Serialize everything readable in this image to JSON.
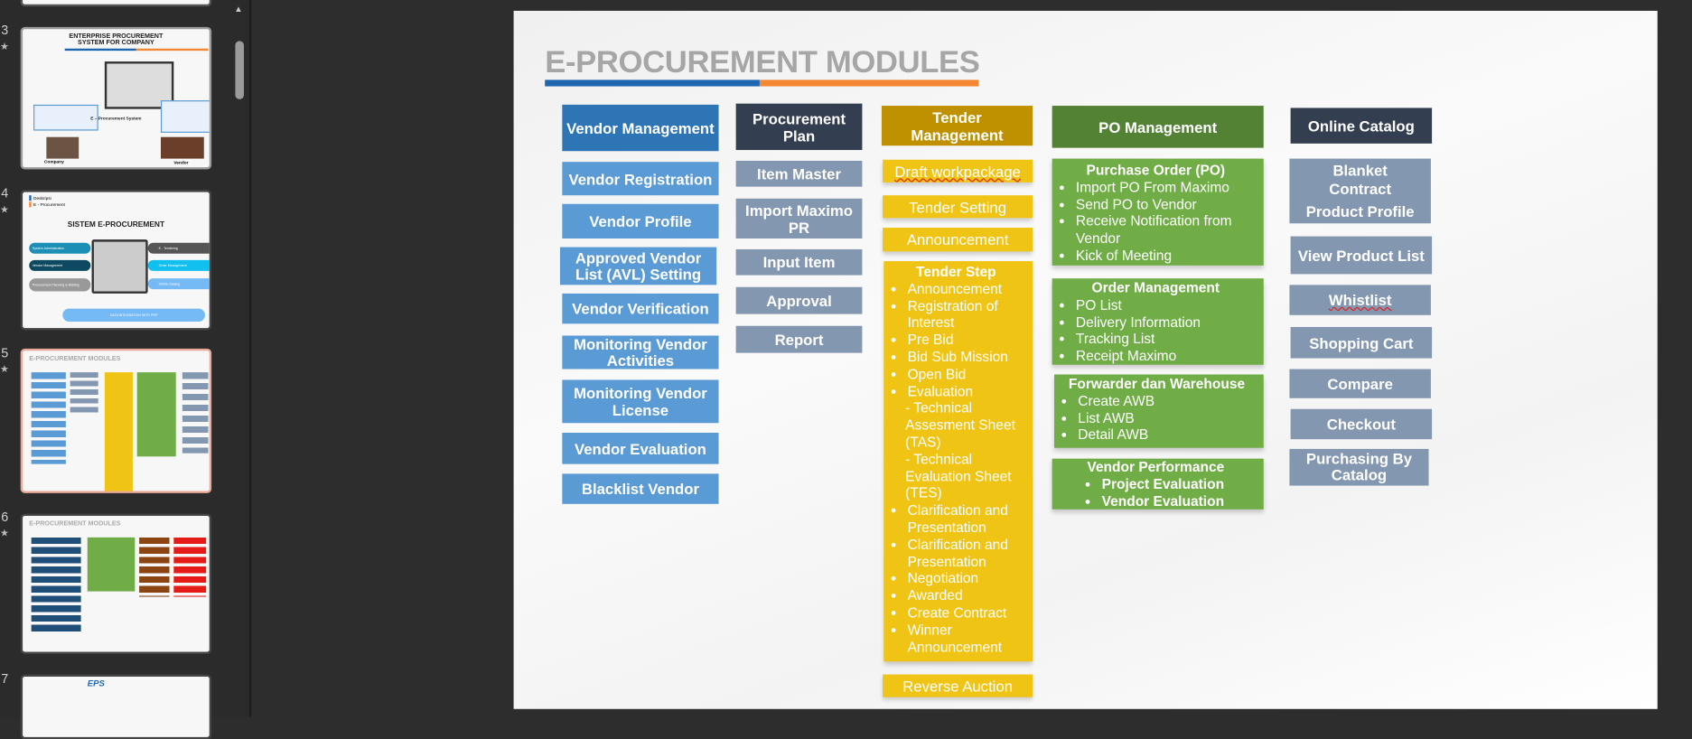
{
  "sidebar": {
    "slides": [
      {
        "number": "3",
        "title": "ENTERPRISE PROCUREMENT SYSTEM FOR COMPANY",
        "labels": [
          "E – Procurement System",
          "Company",
          "Vendor"
        ]
      },
      {
        "number": "4",
        "title": "SISTEM E-PROCUREMENT",
        "labels": [
          "Deskripsi",
          "E - Procurement",
          "System Administration",
          "Vendor Management",
          "Procurement Planning & Bidding",
          "E - Tendering",
          "Order Management",
          "Online Catalog",
          "DATA INTEGRATION WITH PRP"
        ]
      },
      {
        "number": "5",
        "title": "E-PROCUREMENT MODULES"
      },
      {
        "number": "6",
        "title": "E-PROCUREMENT MODULES"
      },
      {
        "number": "7",
        "title": "EPS"
      }
    ],
    "star": "★"
  },
  "slide": {
    "title": "E-PROCUREMENT MODULES",
    "colors": {
      "blue": "#1f66b0",
      "orange": "#f58634"
    },
    "vendor": {
      "header": "Vendor Management",
      "items": [
        "Vendor Registration",
        "Vendor Profile",
        "Approved Vendor List (AVL) Setting",
        "Vendor Verification",
        "Monitoring Vendor Activities",
        "Monitoring Vendor License",
        "Vendor Evaluation",
        "Blacklist Vendor"
      ]
    },
    "plan": {
      "header": "Procurement Plan",
      "items": [
        "Item Master",
        "Import Maximo PR",
        "Input Item",
        "Approval",
        "Report"
      ]
    },
    "tender": {
      "header": "Tender Management",
      "items": [
        "Draft workpackage",
        "Tender Setting",
        "Announcement"
      ],
      "step": {
        "title": "Tender Step",
        "a": [
          "Announcement",
          "Registration of Interest",
          "Pre Bid",
          "Bid Sub Mission",
          "Open Bid",
          "Evaluation"
        ],
        "sub": [
          "- Technical Assesment Sheet (TAS)",
          "- Technical Evaluation Sheet (TES)"
        ],
        "b": [
          "Clarification and Presentation",
          "Clarification and Presentation",
          "Negotiation",
          "Awarded",
          "Create Contract",
          "Winner Announcement"
        ]
      },
      "reverse": "Reverse Auction"
    },
    "po": {
      "header": "PO Management",
      "groups": [
        {
          "title": "Purchase Order (PO)",
          "items": [
            "Import PO From Maximo",
            "Send PO to Vendor",
            "Receive Notification from Vendor",
            "Kick of Meeting"
          ]
        },
        {
          "title": "Order Management",
          "items": [
            "PO List",
            "Delivery Information",
            "Tracking List",
            "Receipt Maximo"
          ]
        },
        {
          "title": "Forwarder dan Warehouse",
          "items": [
            "Create AWB",
            "List AWB",
            "Detail AWB"
          ]
        },
        {
          "title": "Vendor Performance",
          "items": [
            "Project Evaluation",
            "Vendor Evaluation"
          ]
        }
      ]
    },
    "catalog": {
      "header": "Online Catalog",
      "items": [
        "Blanket Contract",
        "Product Profile",
        "View Product List",
        "Whistlist",
        "Shopping Cart",
        "Compare",
        "Checkout",
        "Purchasing By Catalog"
      ]
    }
  }
}
